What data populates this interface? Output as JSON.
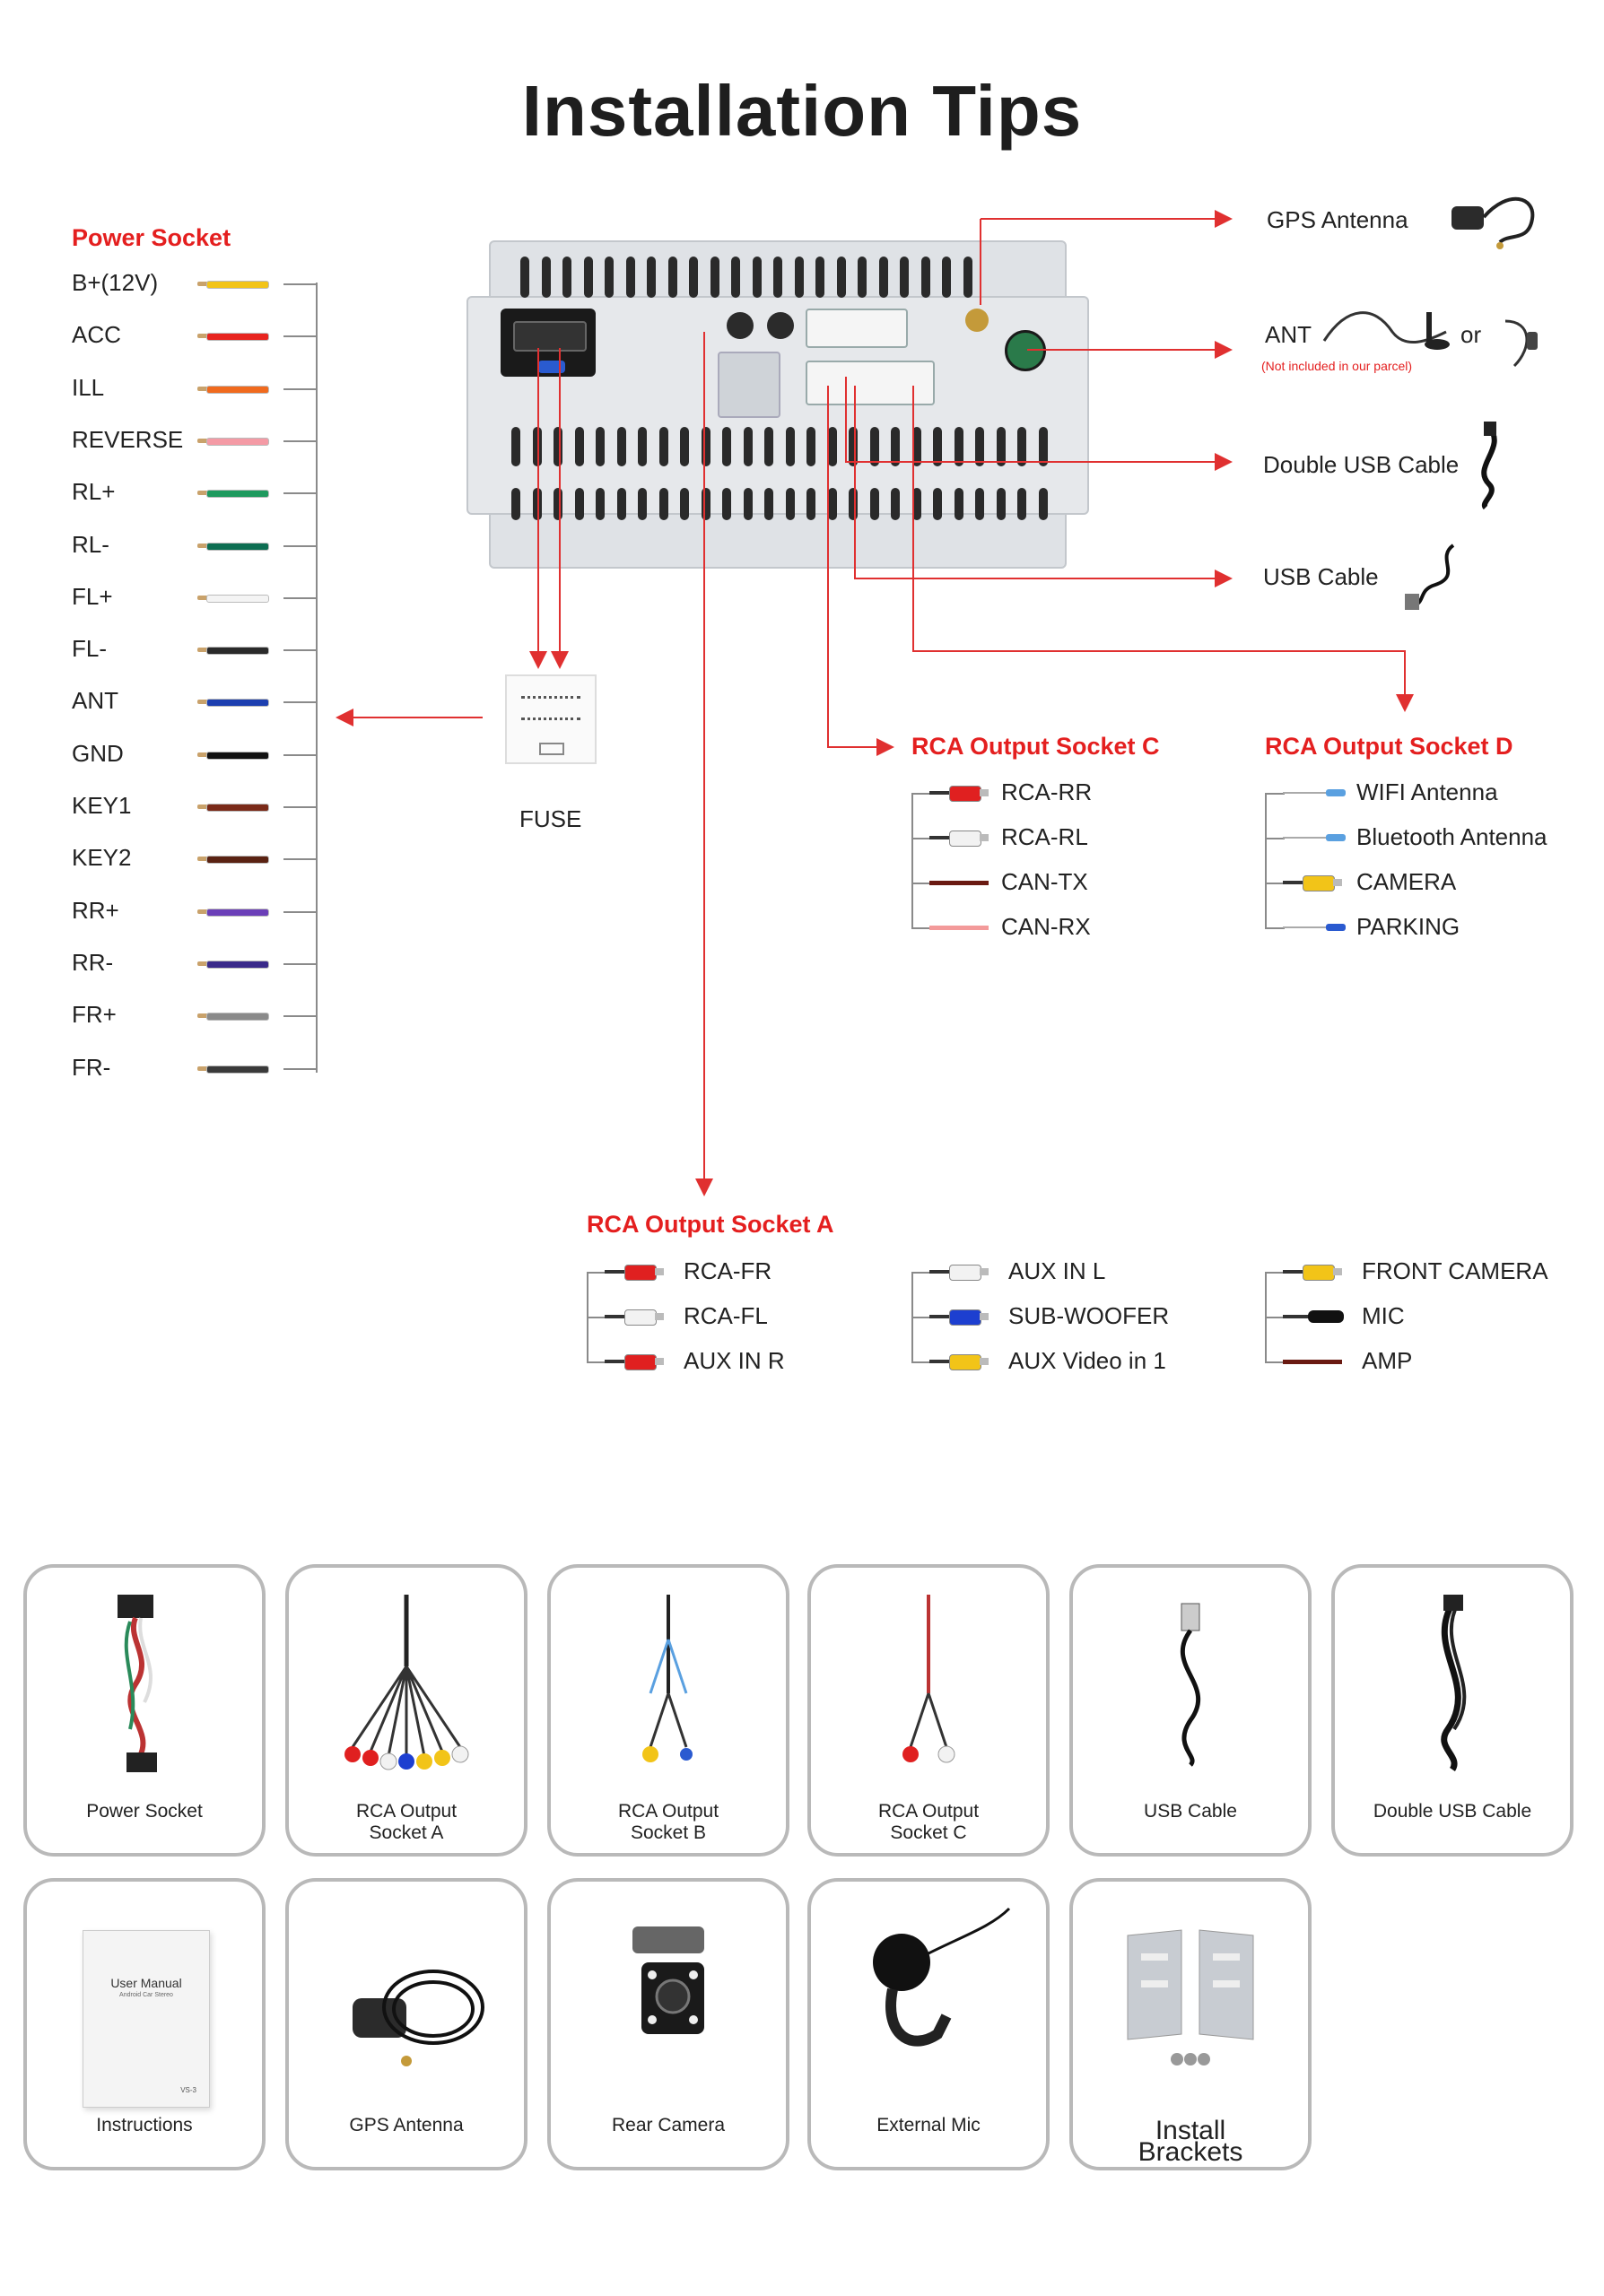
{
  "title": "Installation Tips",
  "power_socket": {
    "title": "Power Socket",
    "wires": [
      {
        "label": "B+(12V)",
        "color": "#f2c418"
      },
      {
        "label": "ACC",
        "color": "#e8241f"
      },
      {
        "label": "ILL",
        "color": "#f06a1e"
      },
      {
        "label": "REVERSE",
        "color": "#f49aa5"
      },
      {
        "label": "RL+",
        "color": "#1e9a5e"
      },
      {
        "label": "RL-",
        "color": "#0d6e52"
      },
      {
        "label": "FL+",
        "color": "#f4f4f4"
      },
      {
        "label": "FL-",
        "color": "#2a2a2a"
      },
      {
        "label": "ANT",
        "color": "#1d3fb0"
      },
      {
        "label": "GND",
        "color": "#111111"
      },
      {
        "label": "KEY1",
        "color": "#7a2a18"
      },
      {
        "label": "KEY2",
        "color": "#5a2212"
      },
      {
        "label": "RR+",
        "color": "#6b3fb8"
      },
      {
        "label": "RR-",
        "color": "#3a2a8a"
      },
      {
        "label": "FR+",
        "color": "#8a8a8a"
      },
      {
        "label": "FR-",
        "color": "#3a3a3a"
      }
    ]
  },
  "fuse_label": "FUSE",
  "right_items": {
    "gps_antenna": "GPS Antenna",
    "ant": "ANT",
    "ant_note": "(Not included in our parcel)",
    "or": "or",
    "double_usb": "Double USB Cable",
    "usb": "USB Cable"
  },
  "socket_c": {
    "title": "RCA Output Socket C",
    "items": [
      {
        "label": "RCA-RR",
        "kind": "rca",
        "color": "#e02020"
      },
      {
        "label": "RCA-RL",
        "kind": "rca",
        "color": "#f2f2f2"
      },
      {
        "label": "CAN-TX",
        "kind": "wire",
        "color": "#6a1a12"
      },
      {
        "label": "CAN-RX",
        "kind": "wire",
        "color": "#f39a9a"
      }
    ]
  },
  "socket_d": {
    "title": "RCA Output Socket D",
    "items": [
      {
        "label": "WIFI Antenna",
        "kind": "thin",
        "color": "#5aa0e0"
      },
      {
        "label": "Bluetooth Antenna",
        "kind": "thin",
        "color": "#5aa0e0"
      },
      {
        "label": "CAMERA",
        "kind": "rca",
        "color": "#f2c418"
      },
      {
        "label": "PARKING",
        "kind": "thin",
        "color": "#2a5ad0"
      }
    ]
  },
  "socket_a": {
    "title": "RCA Output Socket A",
    "columns": [
      [
        {
          "label": "RCA-FR",
          "kind": "rca",
          "color": "#e02020"
        },
        {
          "label": "RCA-FL",
          "kind": "rca",
          "color": "#f2f2f2"
        },
        {
          "label": "AUX IN R",
          "kind": "rca",
          "color": "#e02020"
        }
      ],
      [
        {
          "label": "AUX IN L",
          "kind": "rca",
          "color": "#f2f2f2"
        },
        {
          "label": "SUB-WOOFER",
          "kind": "rca",
          "color": "#1d3fd0"
        },
        {
          "label": "AUX Video in 1",
          "kind": "rca",
          "color": "#f2c418"
        }
      ],
      [
        {
          "label": "FRONT CAMERA",
          "kind": "rca",
          "color": "#f2c418"
        },
        {
          "label": "MIC",
          "kind": "mic",
          "color": "#111111"
        },
        {
          "label": "AMP",
          "kind": "wire",
          "color": "#6a1a12"
        }
      ]
    ]
  },
  "accessories": [
    {
      "label": "Power Socket",
      "icon": "power-harness-icon"
    },
    {
      "label": "RCA Output Socket A",
      "icon": "rca-harness-icon"
    },
    {
      "label": "RCA Output Socket B",
      "icon": "rca-harness-b-icon"
    },
    {
      "label": "RCA Output Socket C",
      "icon": "rca-harness-c-icon"
    },
    {
      "label": "USB Cable",
      "icon": "usb-cable-icon"
    },
    {
      "label": "Double USB Cable",
      "icon": "double-usb-cable-icon"
    },
    {
      "label": "Instructions",
      "icon": "user-manual-icon",
      "manual_title": "User Manual",
      "manual_sub": "Android Car Stereo",
      "manual_code": "VS-3"
    },
    {
      "label": "GPS Antenna",
      "icon": "gps-antenna-icon"
    },
    {
      "label": "Rear Camera",
      "icon": "rear-camera-icon"
    },
    {
      "label": "External Mic",
      "icon": "external-mic-icon"
    },
    {
      "label": "Install Brackets",
      "icon": "install-brackets-icon"
    }
  ]
}
